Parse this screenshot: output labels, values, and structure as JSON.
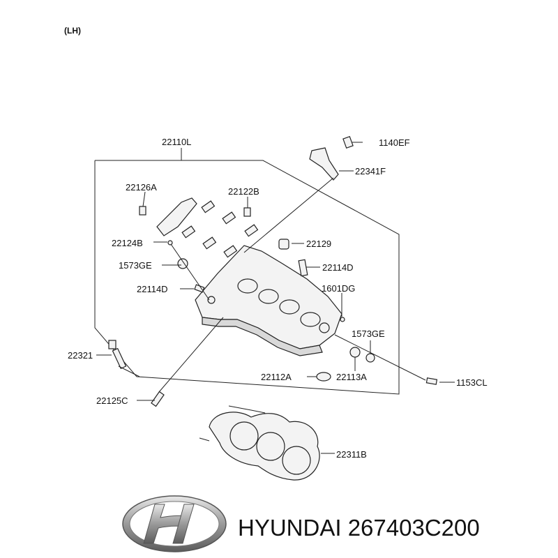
{
  "side_label": "(LH)",
  "parts": [
    {
      "id": "22110L"
    },
    {
      "id": "1140EF"
    },
    {
      "id": "22341F"
    },
    {
      "id": "22126A"
    },
    {
      "id": "22122B"
    },
    {
      "id": "22124B"
    },
    {
      "id": "22129"
    },
    {
      "id": "1573GE"
    },
    {
      "id": "22114D"
    },
    {
      "id": "22114D"
    },
    {
      "id": "1601DG"
    },
    {
      "id": "1573GE"
    },
    {
      "id": "22321"
    },
    {
      "id": "22112A"
    },
    {
      "id": "22113A"
    },
    {
      "id": "1153CL"
    },
    {
      "id": "22125C"
    },
    {
      "id": "22311B"
    }
  ],
  "brand": {
    "name": "HYUNDAI",
    "part_number": "267403C200",
    "logo": "hyundai-logo-icon"
  }
}
